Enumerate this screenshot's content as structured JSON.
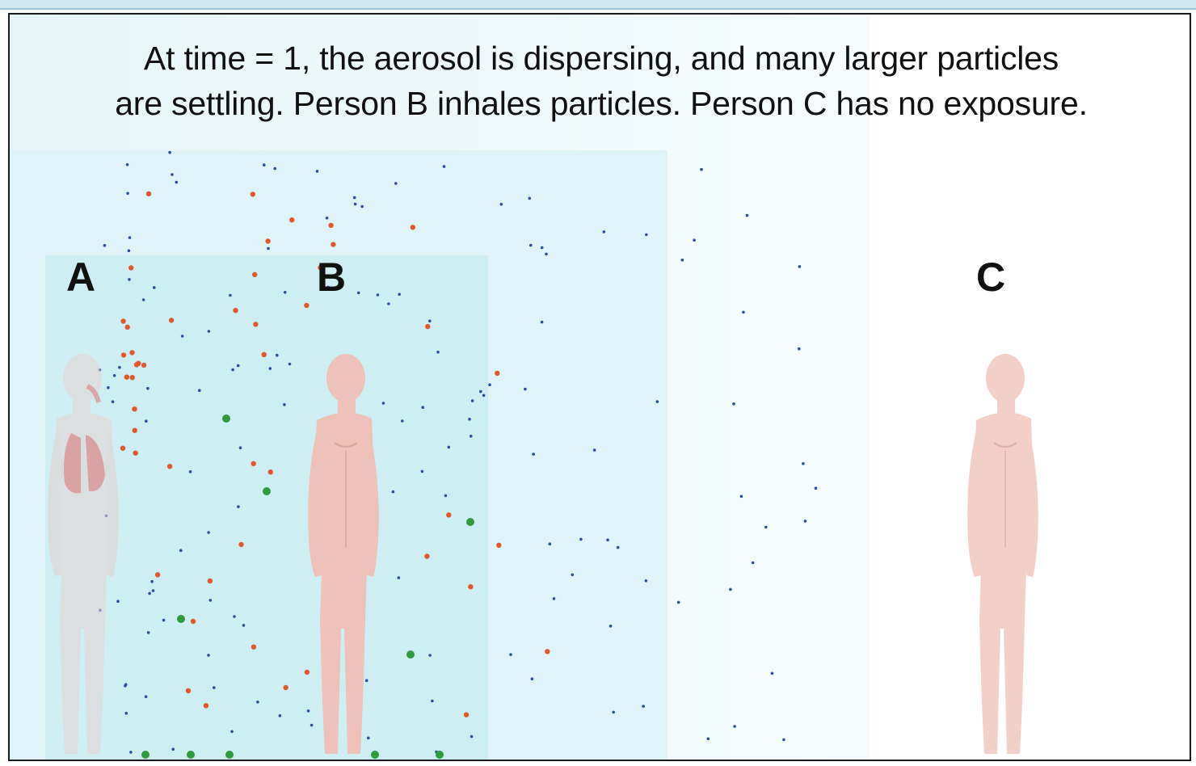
{
  "caption": {
    "line1": "At time = 1, the aerosol is dispersing, and many larger particles",
    "line2": "are settling.  Person B inhales particles.  Person C has no exposure."
  },
  "people": {
    "a": {
      "label": "A"
    },
    "b": {
      "label": "B"
    },
    "c": {
      "label": "C"
    }
  },
  "colors": {
    "small_particle": "#2a4fa0",
    "medium_particle": "#e2582a",
    "large_particle": "#2f9b3c",
    "skin": "#edc6bd",
    "lungs": "#d98f8f"
  }
}
